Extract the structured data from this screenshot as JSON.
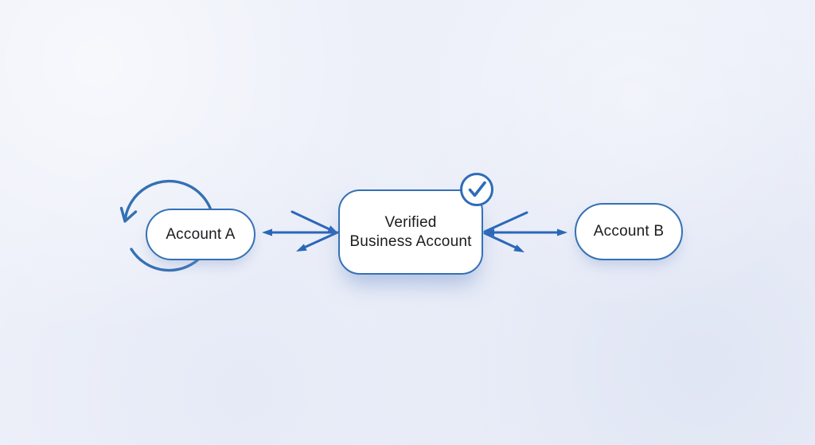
{
  "page": {
    "background": "#edf0f9"
  },
  "colors": {
    "node_border": "#3471b5",
    "node_fill": "#ffffff",
    "connector": "#2b67b8",
    "loop": "#3470b4",
    "badge_stroke": "#2e6cb8",
    "badge_fill": "#ffffff",
    "text": "#1b1c20"
  },
  "nodes": {
    "account_a": {
      "label": "Account A"
    },
    "verified": {
      "line1": "Verified",
      "line2": "Business Account"
    },
    "account_b": {
      "label": "Account B"
    }
  },
  "icons": {
    "verified_badge": "checkmark-in-circle",
    "self_loop": "circular-arrow-counterclockwise"
  },
  "edges": [
    {
      "from": "account_a",
      "to": "account_a",
      "kind": "self-loop-counterclockwise"
    },
    {
      "from": "verified",
      "to": "account_a",
      "kind": "bidirectional-fan-arrows"
    },
    {
      "from": "verified",
      "to": "account_b",
      "kind": "bidirectional-fan-arrows"
    }
  ]
}
